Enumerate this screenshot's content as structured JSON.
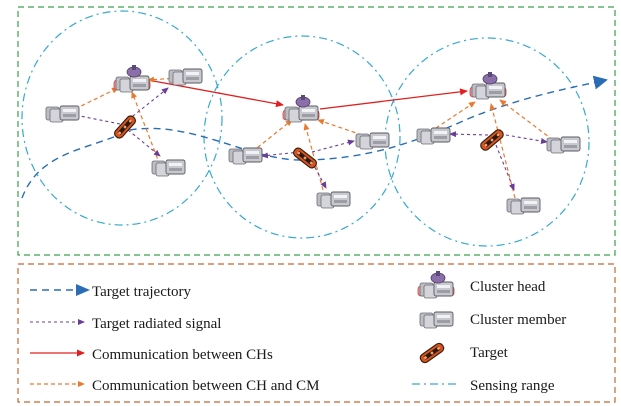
{
  "legend": {
    "target_trajectory": "Target trajectory",
    "target_radiated_signal": "Target radiated signal",
    "communication_between_chs": "Communication between CHs",
    "communication_between_ch_and_cm": "Communication between CH and CM",
    "cluster_head": "Cluster head",
    "cluster_member": "Cluster member",
    "target": "Target",
    "sensing_range": "Sensing range"
  },
  "colors": {
    "scene_border": "#3aa04a",
    "legend_border": "#c8662c",
    "trajectory": "#2a6db5",
    "radiated_signal": "#6a3d9a",
    "ch_communication": "#e02020",
    "ch_cm_communication": "#e87a2e",
    "sensing_range": "#38a9cf",
    "target": "#d9541e",
    "node_body": "#c2c2c8"
  },
  "icons": {
    "cluster_head": "sensor-node-icon with antenna dome",
    "cluster_member": "sensor-node-icon",
    "target": "tank-icon"
  }
}
